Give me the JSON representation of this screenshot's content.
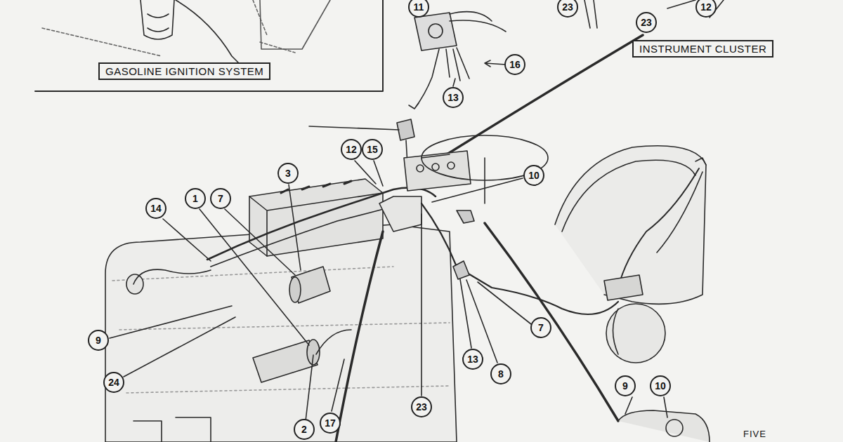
{
  "diagram": {
    "nodes": [
      {
        "text": [
          "GASOLINE IGNITION SYSTEM"
        ]
      },
      {
        "text": [
          "INSTRUMENT CLUSTER"
        ]
      }
    ],
    "labels": [
      "11",
      "23",
      "23",
      "12",
      "16",
      "13",
      "12",
      "15",
      "3",
      "10",
      "14",
      "1",
      "7",
      "9",
      "7",
      "13",
      "24",
      "8",
      "23",
      "9",
      "10",
      "17",
      "2",
      "FIVE"
    ]
  }
}
